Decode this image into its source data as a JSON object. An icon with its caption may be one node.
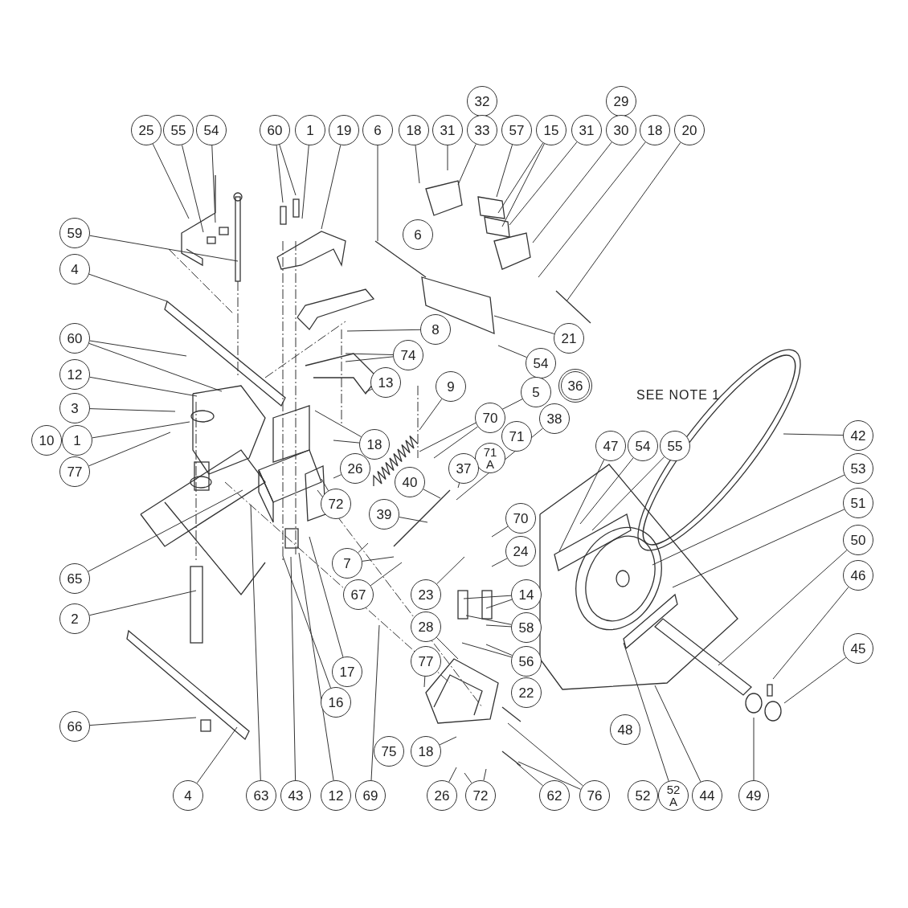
{
  "diagram": {
    "nodes": [
      {
        "text": [
          "25"
        ]
      },
      {
        "text": [
          "55"
        ]
      },
      {
        "text": [
          "54"
        ]
      },
      {
        "text": [
          "60"
        ]
      },
      {
        "text": [
          "1"
        ]
      },
      {
        "text": [
          "19"
        ]
      },
      {
        "text": [
          "6"
        ]
      },
      {
        "text": [
          "18"
        ]
      },
      {
        "text": [
          "31"
        ]
      },
      {
        "text": [
          "32"
        ]
      },
      {
        "text": [
          "33"
        ]
      },
      {
        "text": [
          "57"
        ]
      },
      {
        "text": [
          "15"
        ]
      },
      {
        "text": [
          "29"
        ]
      },
      {
        "text": [
          "31"
        ]
      },
      {
        "text": [
          "30"
        ]
      },
      {
        "text": [
          "18"
        ]
      },
      {
        "text": [
          "20"
        ]
      },
      {
        "text": [
          "6"
        ]
      },
      {
        "text": [
          "59"
        ]
      },
      {
        "text": [
          "4"
        ]
      },
      {
        "text": [
          "21"
        ]
      },
      {
        "text": [
          "8"
        ]
      },
      {
        "text": [
          "74"
        ]
      },
      {
        "text": [
          "60"
        ]
      },
      {
        "text": [
          "54"
        ]
      },
      {
        "text": [
          "12"
        ]
      },
      {
        "text": [
          "13"
        ]
      },
      {
        "text": [
          "3"
        ]
      },
      {
        "text": [
          "36"
        ]
      },
      {
        "text": [
          "9"
        ]
      },
      {
        "text": [
          "5"
        ]
      },
      {
        "text": [
          "10"
        ]
      },
      {
        "text": [
          "1"
        ]
      },
      {
        "text": [
          "70"
        ]
      },
      {
        "text": [
          "71"
        ]
      },
      {
        "text": [
          "71 A"
        ]
      },
      {
        "text": [
          "38"
        ]
      },
      {
        "text": [
          "18"
        ]
      },
      {
        "text": [
          "77"
        ]
      },
      {
        "text": [
          "26"
        ]
      },
      {
        "text": [
          "47"
        ]
      },
      {
        "text": [
          "54"
        ]
      },
      {
        "text": [
          "55"
        ]
      },
      {
        "text": [
          "42"
        ]
      },
      {
        "text": [
          "53"
        ]
      },
      {
        "text": [
          "51"
        ]
      },
      {
        "text": [
          "37"
        ]
      },
      {
        "text": [
          "40"
        ]
      },
      {
        "text": [
          "72"
        ]
      },
      {
        "text": [
          "50"
        ]
      },
      {
        "text": [
          "39"
        ]
      },
      {
        "text": [
          "70"
        ]
      },
      {
        "text": [
          "24"
        ]
      },
      {
        "text": [
          "65"
        ]
      },
      {
        "text": [
          "7"
        ]
      },
      {
        "text": [
          "67"
        ]
      },
      {
        "text": [
          "23"
        ]
      },
      {
        "text": [
          "14"
        ]
      },
      {
        "text": [
          "46"
        ]
      },
      {
        "text": [
          "2"
        ]
      },
      {
        "text": [
          "58"
        ]
      },
      {
        "text": [
          "28"
        ]
      },
      {
        "text": [
          "56"
        ]
      },
      {
        "text": [
          "45"
        ]
      },
      {
        "text": [
          "77"
        ]
      },
      {
        "text": [
          "17"
        ]
      },
      {
        "text": [
          "16"
        ]
      },
      {
        "text": [
          "22"
        ]
      },
      {
        "text": [
          "66"
        ]
      },
      {
        "text": [
          "48"
        ]
      },
      {
        "text": [
          "75"
        ]
      },
      {
        "text": [
          "18"
        ]
      },
      {
        "text": [
          "4"
        ]
      },
      {
        "text": [
          "63"
        ]
      },
      {
        "text": [
          "43"
        ]
      },
      {
        "text": [
          "12"
        ]
      },
      {
        "text": [
          "69"
        ]
      },
      {
        "text": [
          "26"
        ]
      },
      {
        "text": [
          "72"
        ]
      },
      {
        "text": [
          "62"
        ]
      },
      {
        "text": [
          "76"
        ]
      },
      {
        "text": [
          "52"
        ]
      },
      {
        "text": [
          "52 A"
        ]
      },
      {
        "text": [
          "44"
        ]
      },
      {
        "text": [
          "49"
        ]
      }
    ],
    "edges": [
      {
        "from": 0,
        "to": null,
        "arrow": "none"
      },
      {
        "from": 1,
        "to": null,
        "arrow": "none"
      },
      {
        "from": 2,
        "to": null,
        "arrow": "none"
      },
      {
        "from": 3,
        "to": null,
        "arrow": "none"
      },
      {
        "from": 3,
        "to": null,
        "arrow": "none"
      },
      {
        "from": 4,
        "to": null,
        "arrow": "none"
      },
      {
        "from": 5,
        "to": null,
        "arrow": "none"
      },
      {
        "from": 6,
        "to": null,
        "arrow": "none"
      },
      {
        "from": 7,
        "to": null,
        "arrow": "none"
      },
      {
        "from": 8,
        "to": null,
        "arrow": "none"
      },
      {
        "from": 10,
        "to": null,
        "arrow": "none"
      },
      {
        "from": 11,
        "to": null,
        "arrow": "none"
      },
      {
        "from": 12,
        "to": null,
        "arrow": "none"
      },
      {
        "from": 12,
        "to": null,
        "arrow": "none"
      },
      {
        "from": 14,
        "to": null,
        "arrow": "none"
      },
      {
        "from": 15,
        "to": null,
        "arrow": "none"
      },
      {
        "from": 16,
        "to": null,
        "arrow": "none"
      },
      {
        "from": 17,
        "to": null,
        "arrow": "none"
      },
      {
        "from": 19,
        "to": null,
        "arrow": "none"
      },
      {
        "from": 20,
        "to": null,
        "arrow": "none"
      },
      {
        "from": 21,
        "to": null,
        "arrow": "none"
      },
      {
        "from": 22,
        "to": null,
        "arrow": "none"
      },
      {
        "from": 23,
        "to": null,
        "arrow": "none"
      },
      {
        "from": 23,
        "to": null,
        "arrow": "none"
      },
      {
        "from": 24,
        "to": null,
        "arrow": "none"
      },
      {
        "from": 24,
        "to": null,
        "arrow": "none"
      },
      {
        "from": 25,
        "to": null,
        "arrow": "none"
      },
      {
        "from": 26,
        "to": null,
        "arrow": "none"
      },
      {
        "from": 27,
        "to": null,
        "arrow": "none"
      },
      {
        "from": 28,
        "to": null,
        "arrow": "none"
      },
      {
        "from": 30,
        "to": null,
        "arrow": "none"
      },
      {
        "from": 31,
        "to": null,
        "arrow": "none"
      },
      {
        "from": 33,
        "to": null,
        "arrow": "none"
      },
      {
        "from": 34,
        "to": null,
        "arrow": "none"
      },
      {
        "from": 37,
        "to": null,
        "arrow": "none"
      },
      {
        "from": 38,
        "to": null,
        "arrow": "none"
      },
      {
        "from": 38,
        "to": null,
        "arrow": "none"
      },
      {
        "from": 39,
        "to": null,
        "arrow": "none"
      },
      {
        "from": 40,
        "to": null,
        "arrow": "none"
      },
      {
        "from": 41,
        "to": null,
        "arrow": "none"
      },
      {
        "from": 42,
        "to": null,
        "arrow": "none"
      },
      {
        "from": 43,
        "to": null,
        "arrow": "none"
      },
      {
        "from": 44,
        "to": null,
        "arrow": "none"
      },
      {
        "from": 45,
        "to": null,
        "arrow": "none"
      },
      {
        "from": 46,
        "to": null,
        "arrow": "none"
      },
      {
        "from": 47,
        "to": null,
        "arrow": "none"
      },
      {
        "from": 48,
        "to": null,
        "arrow": "none"
      },
      {
        "from": 49,
        "to": null,
        "arrow": "none"
      },
      {
        "from": 50,
        "to": null,
        "arrow": "none"
      },
      {
        "from": 51,
        "to": null,
        "arrow": "none"
      },
      {
        "from": 52,
        "to": null,
        "arrow": "none"
      },
      {
        "from": 53,
        "to": null,
        "arrow": "none"
      },
      {
        "from": 54,
        "to": null,
        "arrow": "none"
      },
      {
        "from": 55,
        "to": null,
        "arrow": "none"
      },
      {
        "from": 55,
        "to": null,
        "arrow": "none"
      },
      {
        "from": 56,
        "to": null,
        "arrow": "none"
      },
      {
        "from": 57,
        "to": null,
        "arrow": "none"
      },
      {
        "from": 58,
        "to": null,
        "arrow": "none"
      },
      {
        "from": 58,
        "to": null,
        "arrow": "none"
      },
      {
        "from": 59,
        "to": null,
        "arrow": "none"
      },
      {
        "from": 60,
        "to": null,
        "arrow": "none"
      },
      {
        "from": 61,
        "to": null,
        "arrow": "none"
      },
      {
        "from": 61,
        "to": null,
        "arrow": "none"
      },
      {
        "from": 62,
        "to": null,
        "arrow": "none"
      },
      {
        "from": 63,
        "to": null,
        "arrow": "none"
      },
      {
        "from": 63,
        "to": null,
        "arrow": "none"
      },
      {
        "from": 64,
        "to": null,
        "arrow": "none"
      },
      {
        "from": 65,
        "to": null,
        "arrow": "none"
      },
      {
        "from": 66,
        "to": null,
        "arrow": "none"
      },
      {
        "from": 67,
        "to": null,
        "arrow": "none"
      },
      {
        "from": 69,
        "to": null,
        "arrow": "none"
      },
      {
        "from": 72,
        "to": null,
        "arrow": "none"
      },
      {
        "from": 73,
        "to": null,
        "arrow": "none"
      },
      {
        "from": 74,
        "to": null,
        "arrow": "none"
      },
      {
        "from": 75,
        "to": null,
        "arrow": "none"
      },
      {
        "from": 76,
        "to": null,
        "arrow": "none"
      },
      {
        "from": 77,
        "to": null,
        "arrow": "none"
      },
      {
        "from": 78,
        "to": null,
        "arrow": "none"
      },
      {
        "from": 79,
        "to": null,
        "arrow": "none"
      },
      {
        "from": 79,
        "to": null,
        "arrow": "none"
      },
      {
        "from": 80,
        "to": null,
        "arrow": "none"
      },
      {
        "from": 81,
        "to": null,
        "arrow": "none"
      },
      {
        "from": 81,
        "to": null,
        "arrow": "none"
      },
      {
        "from": 83,
        "to": null,
        "arrow": "none"
      },
      {
        "from": 84,
        "to": null,
        "arrow": "none"
      },
      {
        "from": 85,
        "to": null,
        "arrow": "none"
      }
    ],
    "labels": [
      "SEE NOTE 1"
    ]
  }
}
